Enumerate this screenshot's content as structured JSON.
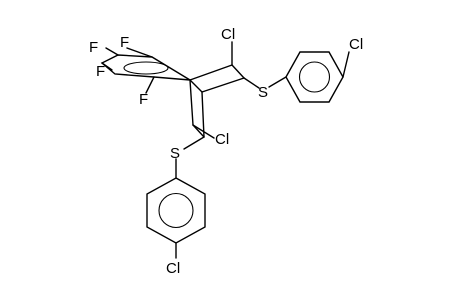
{
  "molecule": {
    "atom_labels": {
      "cl_top": "Cl",
      "cl_mid": "Cl",
      "cl_right_ring": "Cl",
      "cl_bottom_ring": "Cl",
      "s_right": "S",
      "s_bottom": "S",
      "f1": "F",
      "f2": "F",
      "f3": "F",
      "f4": "F"
    }
  }
}
